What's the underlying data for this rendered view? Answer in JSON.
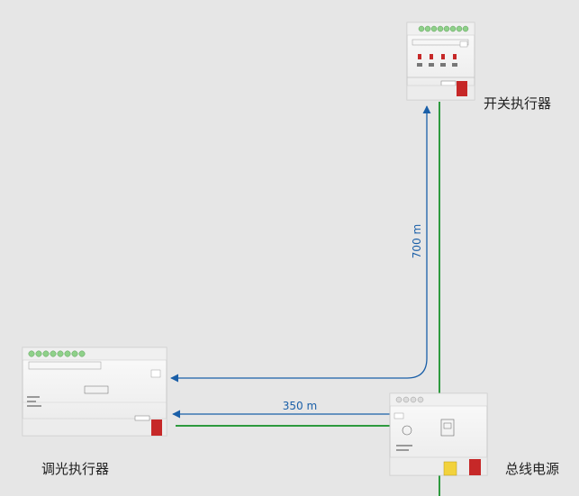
{
  "devices": {
    "switch_actuator": {
      "label": "开关执行器"
    },
    "dimmer_actuator": {
      "label": "调光执行器"
    },
    "power_supply": {
      "label": "总线电源"
    }
  },
  "distances": {
    "vertical": "700 m",
    "horizontal": "350 m"
  },
  "colors": {
    "bus_line": "#2e9a3e",
    "distance_arrow": "#1a5fa8",
    "device_body": "#f4f4f4",
    "terminal_green": "#8fd18a",
    "indicator_red": "#c62828",
    "terminal_yellow": "#f2d23c"
  }
}
